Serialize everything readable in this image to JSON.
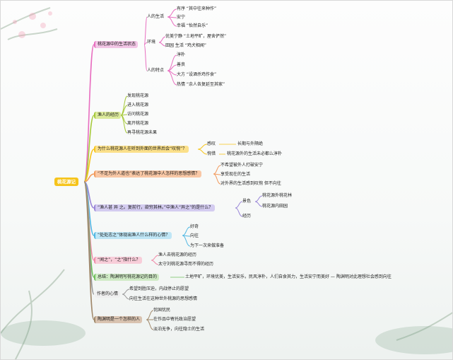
{
  "colors": {
    "root": "#f6c41b",
    "b1": "#e86fc0",
    "b2": "#a6c93a",
    "b3": "#f6c41b",
    "b4": "#f29a5c",
    "b5": "#9a86d8",
    "b6": "#4fb7e3",
    "b7": "#f08aa8",
    "b8": "#6fbf5c",
    "b9": "#999999",
    "b10": "#a0886a"
  },
  "root": "桃花源记",
  "b1": {
    "label": "桃花源中的生活状态",
    "g1": {
      "label": "人的生活",
      "items": [
        "有序 “其中往来种作”",
        "安宁",
        "幸福 “怡然自乐”"
      ]
    },
    "g2": {
      "label": "环境",
      "items": [
        "优美宁静 “土地平旷，屋舍俨然”",
        "田园 生活 “鸡犬相闻”"
      ]
    },
    "g3": {
      "label": "人的特点",
      "items": [
        "淳朴",
        "善良",
        "大方 “设酒杀鸡作食”",
        "热情 “余人各复延至其家”"
      ]
    }
  },
  "b2": {
    "label": "渔人的经历",
    "items": [
      "发现桃花源",
      "进入桃花源",
      "访问桃花源",
      "离开桃花源",
      "再寻桃花源未果"
    ]
  },
  "b3": {
    "label": "为什么桃花源人在听到外面的世界后会“叹惋”？",
    "r1": {
      "label": "感叹",
      "detail": "长期与外隔绝"
    },
    "r2": {
      "label": "惋惜",
      "detail": "桃花源外的生活未必都么淳朴"
    }
  },
  "b4": {
    "label": "“不足为外人道也”表达了桃花源中人怎样的思想感情？",
    "items": [
      "不希望被外人打破安宁",
      "享受现在的生活",
      "对外界的生活感到叹惋 但不向往"
    ]
  },
  "b5": {
    "label": "“渔人甚 异 之。复前行，欲穷其林。”中渔人“异之”的是什么？",
    "g": "景色",
    "g_items": [
      "桃花源外桃花林",
      "桃花源内田园"
    ],
    "item2": "经历"
  },
  "b6": {
    "label": "“处处志之”体现出渔人什么样的心情？",
    "items": [
      "好奇",
      "向往",
      "为下一次来做准备"
    ]
  },
  "b7": {
    "label": "“闻之”，“之”指什么？",
    "items": [
      "渔人去桃花源的经历",
      "太守刘桃花源寻而不得的经历"
    ]
  },
  "b8": {
    "label": "总结：陶渊明写桃花源记的目的",
    "text": "土地平旷，环境优美，生活安乐，民风淳朴，人们自食其力，生活安宁而美好 — 陶渊明对此理想社会感到向往"
  },
  "b9": {
    "label": "作者的心情",
    "items": [
      "希望到胜压迫，内战停止的愿望",
      "向往生活在这种世外桃源的思想感情"
    ]
  },
  "b10": {
    "label": "陶渊明是一个怎样的人",
    "items": [
      "忧国忧民",
      "在作品中寄托政治愿望",
      "淡泊无争，向往隐士的生活"
    ]
  }
}
